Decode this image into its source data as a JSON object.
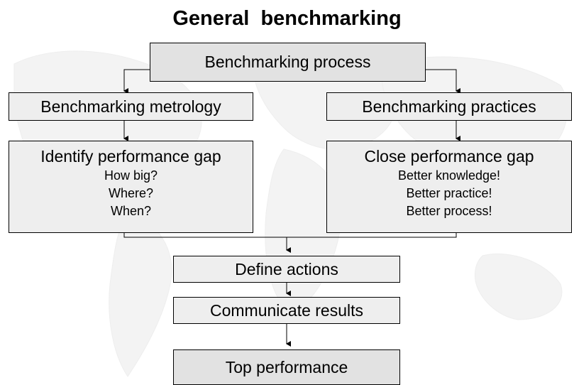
{
  "title": "General  benchmarking",
  "nodes": {
    "process": {
      "label": "Benchmarking process"
    },
    "metrology": {
      "label": "Benchmarking metrology"
    },
    "practices": {
      "label": "Benchmarking practices"
    },
    "identify_gap": {
      "label": "Identify performance gap",
      "lines": [
        "How big?",
        "Where?",
        "When?"
      ]
    },
    "close_gap": {
      "label": "Close performance gap",
      "lines": [
        "Better knowledge!",
        "Better practice!",
        "Better process!"
      ]
    },
    "define_actions": {
      "label": "Define actions"
    },
    "communicate_results": {
      "label": "Communicate results"
    },
    "top_performance": {
      "label": "Top performance"
    }
  },
  "colors": {
    "box_fill": "#eeeeee",
    "box_fill_dark": "#e2e2e2",
    "line": "#000000",
    "background_map": "#f4f4f4"
  }
}
